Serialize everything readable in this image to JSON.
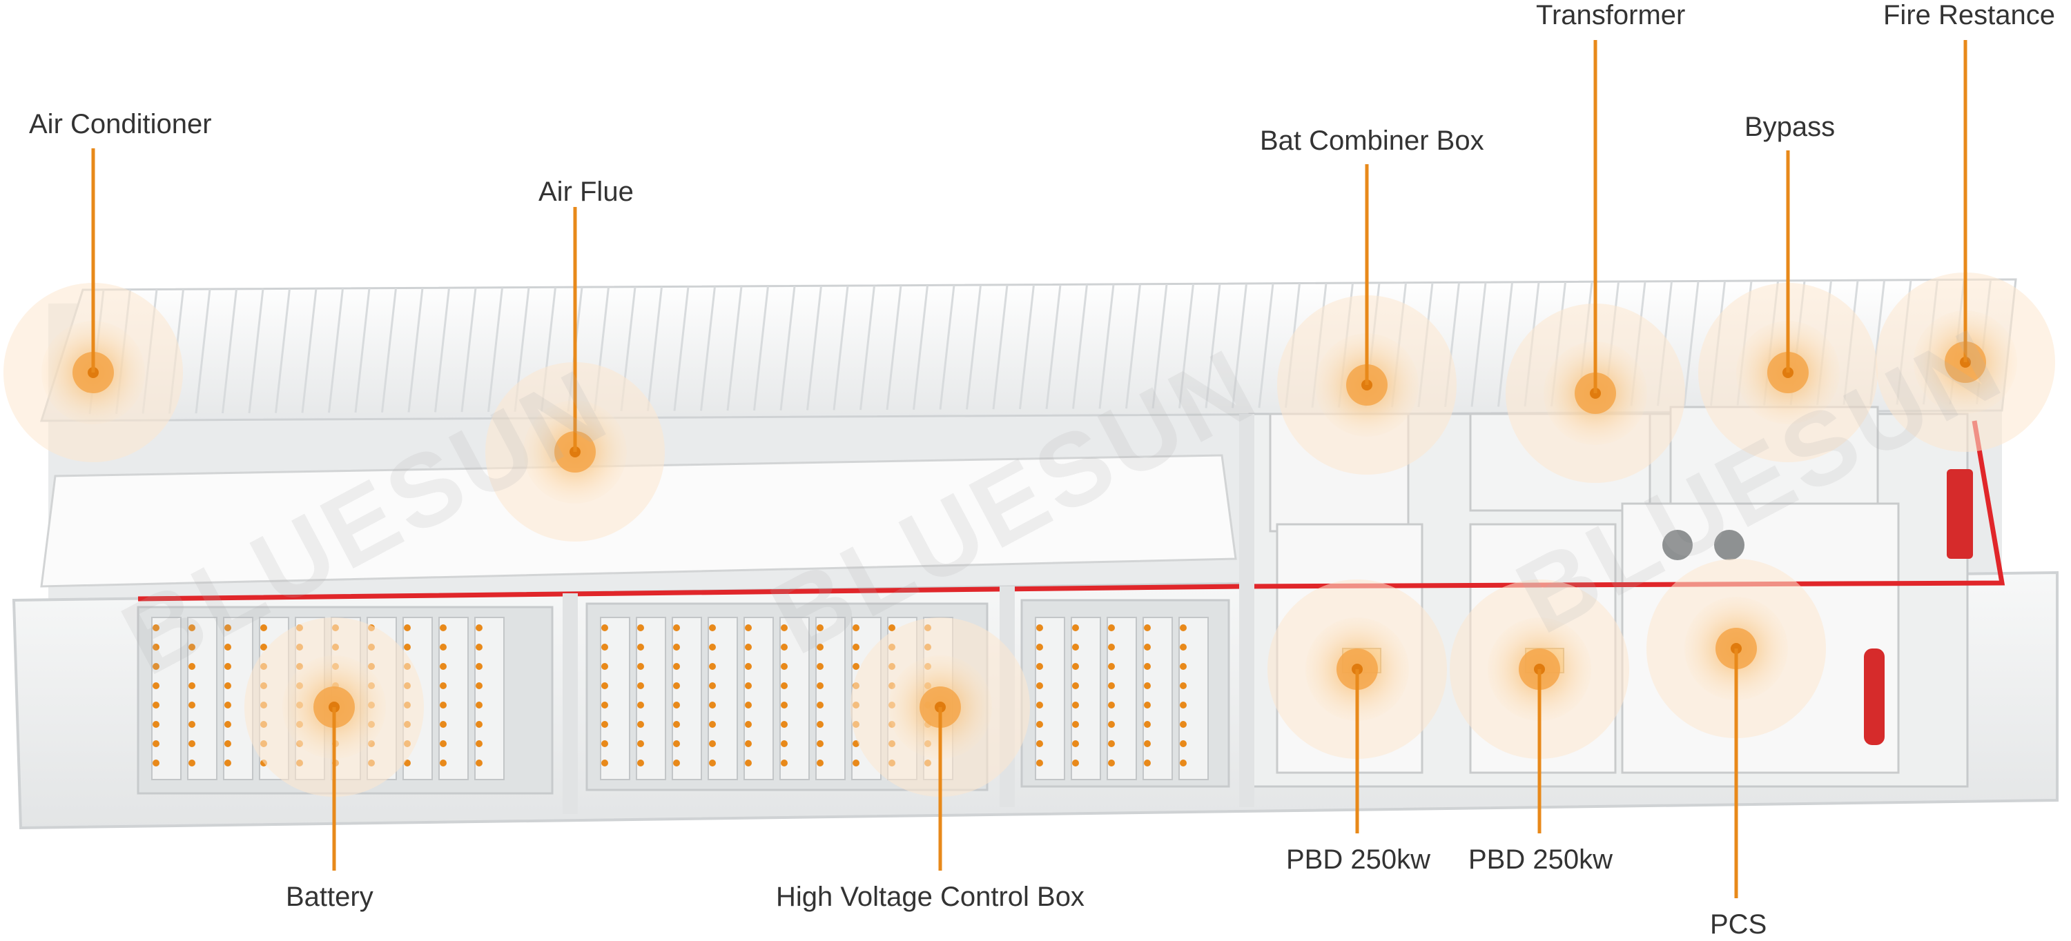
{
  "colors": {
    "accent": "#e8891a",
    "fire_line": "#e0262a",
    "container_body": "#f1f2f2",
    "container_edge": "#d6d8d9",
    "label_text": "#333333"
  },
  "watermark": "BLUESUN",
  "callouts": [
    {
      "id": "air-conditioner",
      "label": "Air Conditioner"
    },
    {
      "id": "air-flue",
      "label": "Air Flue"
    },
    {
      "id": "bat-combiner-box",
      "label": "Bat Combiner Box"
    },
    {
      "id": "transformer",
      "label": "Transformer"
    },
    {
      "id": "bypass",
      "label": "Bypass"
    },
    {
      "id": "fire-restance",
      "label": "Fire Restance"
    },
    {
      "id": "battery",
      "label": "Battery"
    },
    {
      "id": "high-voltage-control-box",
      "label": "High Voltage Control Box"
    },
    {
      "id": "pbd-250kw-1",
      "label": "PBD 250kw"
    },
    {
      "id": "pbd-250kw-2",
      "label": "PBD 250kw"
    },
    {
      "id": "pcs",
      "label": "PCS"
    }
  ]
}
